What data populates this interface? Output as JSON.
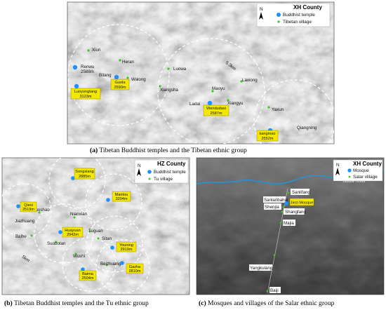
{
  "panel_a": {
    "caption_letter": "(a)",
    "caption_rest": " Tibetan Buddhist temples and the Tibetan ethnic group",
    "legend": {
      "north": "N",
      "county": "XH County",
      "temple": "Buddhist temple",
      "village": "Tibetan village"
    },
    "scale": "5.3km",
    "villages": [
      "Xiuri",
      "Heran",
      "Bitang",
      "Walong",
      "Xiangsha",
      "Luowa",
      "Laxiong",
      "Maoyu",
      "Ladai",
      "Xiangyu",
      "Yaxun",
      "Qiangning"
    ],
    "temples": [
      {
        "name": "Renwu",
        "elev": "2588m"
      },
      {
        "name": "Guola",
        "elev": "2590m"
      },
      {
        "name": "Luoyongtang",
        "elev": "3123m"
      },
      {
        "name": "Wendudasi",
        "elev": "2587m"
      },
      {
        "name": "kangmao",
        "elev": "2552m"
      }
    ]
  },
  "panel_b": {
    "caption_letter": "(b)",
    "caption_rest": " Tibetan Buddhist temples and the Tu ethnic group",
    "legend": {
      "north": "N",
      "county": "HZ County",
      "temple": "Buddhist temple",
      "village": "Tu village"
    },
    "scale": "5km",
    "villages": [
      "Luoshao",
      "Jiazhuang",
      "Nianxian",
      "Baihe",
      "Suobotan",
      "Tuguan",
      "Sitan",
      "Wushi",
      "Beizhuang"
    ],
    "temples": [
      {
        "name": "Songxiang",
        "elev": "2885m"
      },
      {
        "name": "Qiexi",
        "elev": "2519m"
      },
      {
        "name": "Mantou",
        "elev": "3204m"
      },
      {
        "name": "Huayuan",
        "elev": "2942m"
      },
      {
        "name": "Youning",
        "elev": "2919m"
      },
      {
        "name": "Baima",
        "elev": "2504m"
      },
      {
        "name": "Gazha",
        "elev": "2810m"
      }
    ]
  },
  "panel_c": {
    "caption_letter": "(c)",
    "caption_rest": " Mosques and villages of the Salar ethnic group",
    "legend": {
      "north": "N",
      "county": "XH County",
      "temple": "Mosque",
      "village": "Salar village"
    },
    "river": "Yellow River",
    "villages": [
      "Sanlifang",
      "Sanlanbahai",
      "Shenjia",
      "Shangfang",
      "Majia",
      "Yangkulang",
      "Baiji"
    ],
    "mosque": {
      "name": "Jiezi Mosque"
    }
  },
  "colors": {
    "temple": "#1e90ff",
    "village": "#39c81e",
    "label_box": "#f3e600",
    "river": "#1e96d6"
  }
}
